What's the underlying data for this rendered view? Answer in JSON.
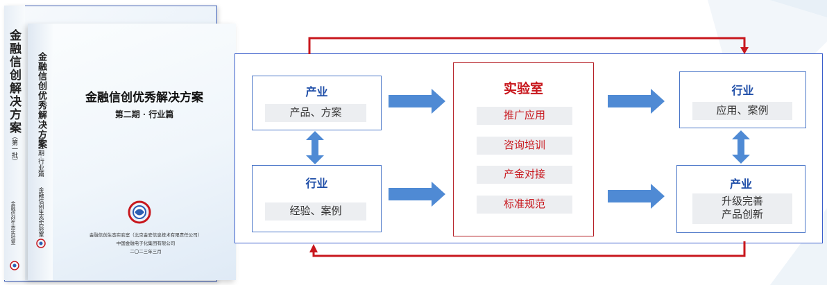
{
  "books": {
    "back_cover": {
      "title": "金融信创解决方案",
      "subtitle": "（第一批）",
      "org": "金融信创生态实验室"
    },
    "front_cover": {
      "spine_title": "金融信创优秀解决方案",
      "spine_subtitle": "第二期·行业篇",
      "spine_org": "金融信创生态实验室",
      "title": "金融信创优秀解决方案",
      "subtitle": "第二期 · 行业篇",
      "footer_line1": "金融信创生态实验室（北京金安信息技术有限责任公司）",
      "footer_line2": "中国金融电子化集团有限公司",
      "footer_line3": "二〇二三年三月"
    }
  },
  "diagram": {
    "left_top": {
      "title": "产业",
      "item": "产品、方案"
    },
    "left_bottom": {
      "title": "行业",
      "item": "经验、案例"
    },
    "center": {
      "title": "实验室",
      "items": [
        "推广应用",
        "咨询培训",
        "产金对接",
        "标准规范"
      ]
    },
    "right_top": {
      "title": "行业",
      "item": "应用、案例"
    },
    "right_bottom": {
      "title": "产业",
      "item_line1": "升级完善",
      "item_line2": "产品创新"
    }
  },
  "colors": {
    "blue_border": "#4a76c8",
    "blue_arrow": "#4f8ad4",
    "red": "#c8171d",
    "gray_fill": "#eceef1"
  }
}
